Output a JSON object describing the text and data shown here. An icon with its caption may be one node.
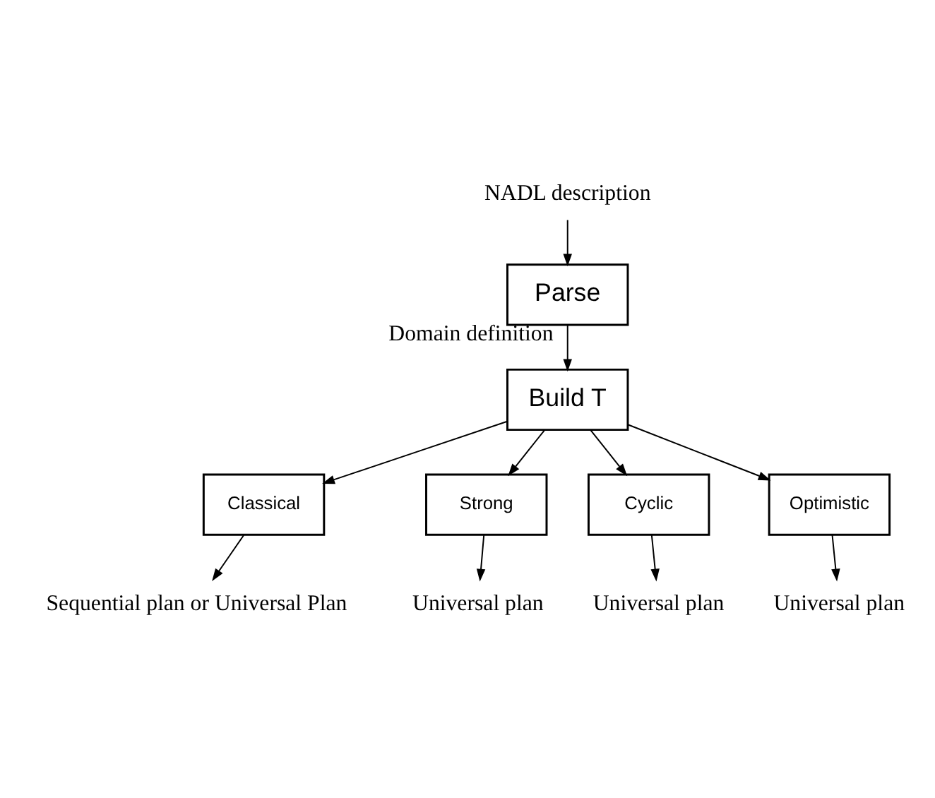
{
  "diagram": {
    "nodes": [
      {
        "text": [
          "NADL description"
        ]
      },
      {
        "text": [
          "Parse"
        ]
      },
      {
        "text": [
          "Build T"
        ]
      },
      {
        "text": [
          "Classical"
        ]
      },
      {
        "text": [
          "Strong"
        ]
      },
      {
        "text": [
          "Cyclic"
        ]
      },
      {
        "text": [
          "Optimistic"
        ]
      },
      {
        "text": [
          "Sequential plan or Universal Plan"
        ]
      },
      {
        "text": [
          "Universal plan"
        ]
      },
      {
        "text": [
          "Universal plan"
        ]
      },
      {
        "text": [
          "Universal plan"
        ]
      }
    ],
    "edges": [
      {
        "from": 0,
        "to": 1,
        "arrow": "to"
      },
      {
        "from": 1,
        "to": 2,
        "arrow": "to",
        "label": "Domain definition"
      },
      {
        "from": 2,
        "to": 3,
        "arrow": "to"
      },
      {
        "from": 2,
        "to": 4,
        "arrow": "to"
      },
      {
        "from": 2,
        "to": 5,
        "arrow": "to"
      },
      {
        "from": 2,
        "to": 6,
        "arrow": "to"
      },
      {
        "from": 3,
        "to": 7,
        "arrow": "to"
      },
      {
        "from": 4,
        "to": 8,
        "arrow": "to"
      },
      {
        "from": 5,
        "to": 9,
        "arrow": "to"
      },
      {
        "from": 6,
        "to": 10,
        "arrow": "to"
      }
    ]
  }
}
